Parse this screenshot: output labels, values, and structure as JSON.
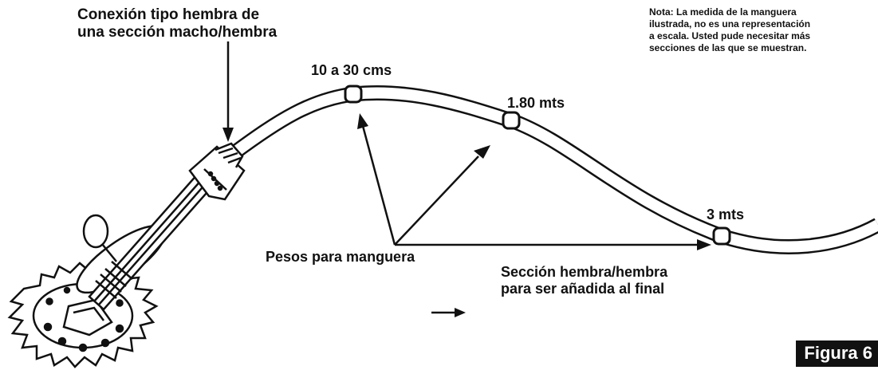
{
  "labels": {
    "connector": [
      "Conexión tipo hembra de",
      "una sección macho/hembra"
    ],
    "note": [
      "Nota: La medida de la manguera",
      "ilustrada, no es una representación",
      "a escala. Usted pude necesitar más",
      "secciones de las que se muestran."
    ],
    "segment_short": "10 a 30 cms",
    "segment_mid": "1.80 mts",
    "segment_long": "3 mts",
    "weights": "Pesos para manguera",
    "end_section": [
      "Sección hembra/hembra",
      "para ser añadida al final"
    ]
  },
  "figure_badge": "Figura 6",
  "colors": {
    "ink": "#111111",
    "background": "#ffffff",
    "hose_inner": "#ffffff",
    "badge_bg": "#111111",
    "badge_text": "#ffffff"
  },
  "icons": {
    "cleaner": "pool-cleaner-icon",
    "hose": "hose-icon",
    "weight": "hose-weight-icon",
    "direction": "arrow-right-icon"
  }
}
